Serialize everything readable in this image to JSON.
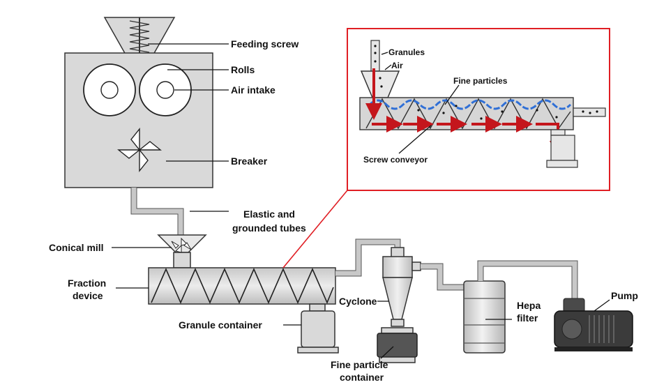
{
  "labels": {
    "feeding_screw": "Feeding screw",
    "rolls": "Rolls",
    "air_intake": "Air intake",
    "breaker": "Breaker",
    "elastic_tubes_1": "Elastic and",
    "elastic_tubes_2": "grounded tubes",
    "conical_mill": "Conical mill",
    "fraction_device_1": "Fraction",
    "fraction_device_2": "device",
    "granule_container": "Granule container",
    "cyclone": "Cyclone",
    "fine_particle_container_1": "Fine particle",
    "fine_particle_container_2": "container",
    "hepa_filter_1": "Hepa",
    "hepa_filter_2": "filter",
    "pump": "Pump"
  },
  "inset": {
    "granules": "Granules",
    "air": "Air",
    "fine_particles": "Fine particles",
    "screw_conveyor": "Screw conveyor"
  },
  "colors": {
    "inset_border": "#e01e24",
    "flow_arrow": "#c4161c",
    "air_flow": "#2f6fd6",
    "metal": "#d9d9d9"
  }
}
